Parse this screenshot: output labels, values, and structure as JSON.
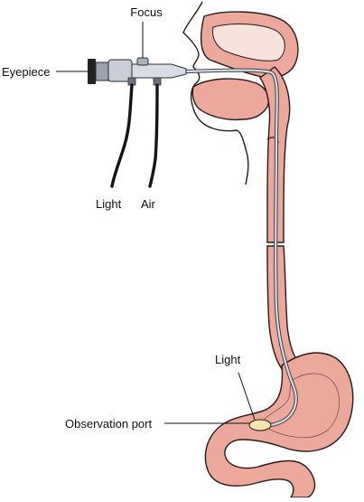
{
  "labels": {
    "focus": "Focus",
    "eyepiece": "Eyepiece",
    "light_top": "Light",
    "air": "Air",
    "light_bottom": "Light",
    "observation_port": "Observation port"
  },
  "colors": {
    "tissue_fill": "#eba89b",
    "tissue_stroke": "#2a1a18",
    "lumen_fill": "#f6e4dc",
    "scope_body": "#c9ced6",
    "scope_tube": "#d8dde3",
    "cable": "#151515",
    "light_bulb": "#f3e6b0"
  }
}
